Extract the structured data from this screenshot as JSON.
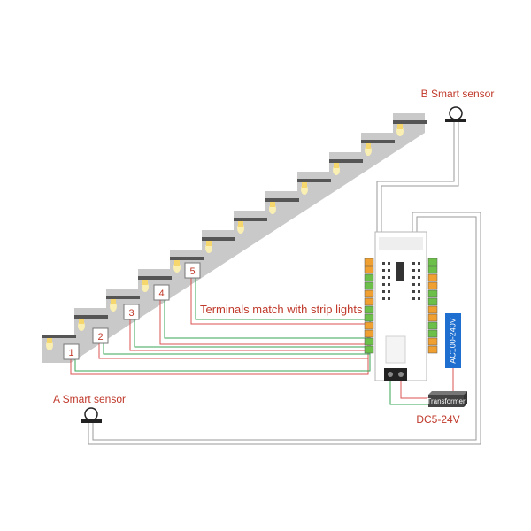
{
  "labels": {
    "b_sensor": "B Smart sensor",
    "a_sensor": "A Smart sensor",
    "terminals_note": "Terminals match with strip lights",
    "ac_input": "AC100-240V",
    "transformer": "Transformer",
    "dc_output": "DC5-24V"
  },
  "step_numbers": [
    "1",
    "2",
    "3",
    "4",
    "5"
  ],
  "colors": {
    "label_red": "#c0392b",
    "wire_red": "#d9534f",
    "wire_green": "#3aa655",
    "wire_gray": "#9a9a9a",
    "stair_gray": "#c9c9c9",
    "ac_box_blue": "#1f6fd1",
    "terminal_green": "#6cc04a",
    "terminal_orange": "#f0a030"
  },
  "icons": {
    "sensor": "sensor-icon",
    "led_light": "led-step-light-icon",
    "controller": "controller-board-icon",
    "transformer": "transformer-icon"
  }
}
